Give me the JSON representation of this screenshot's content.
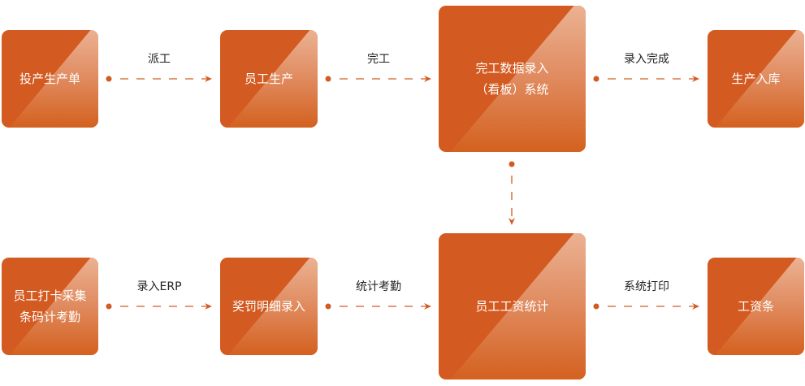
{
  "accent": "#d35a20",
  "nodes": {
    "n1": "投产生产单",
    "n2": "员工生产",
    "n3a": "完工数据录入",
    "n3b": "（看板）系统",
    "n4": "生产入库",
    "n5a": "员工打卡采集",
    "n5b": "条码计考勤",
    "n6": "奖罚明细录入",
    "n7": "员工工资统计",
    "n8": "工资条"
  },
  "edges": {
    "e1": "派工",
    "e2": "完工",
    "e3": "录入完成",
    "e5": "录入ERP",
    "e6": "统计考勤",
    "e7": "系统打印"
  }
}
